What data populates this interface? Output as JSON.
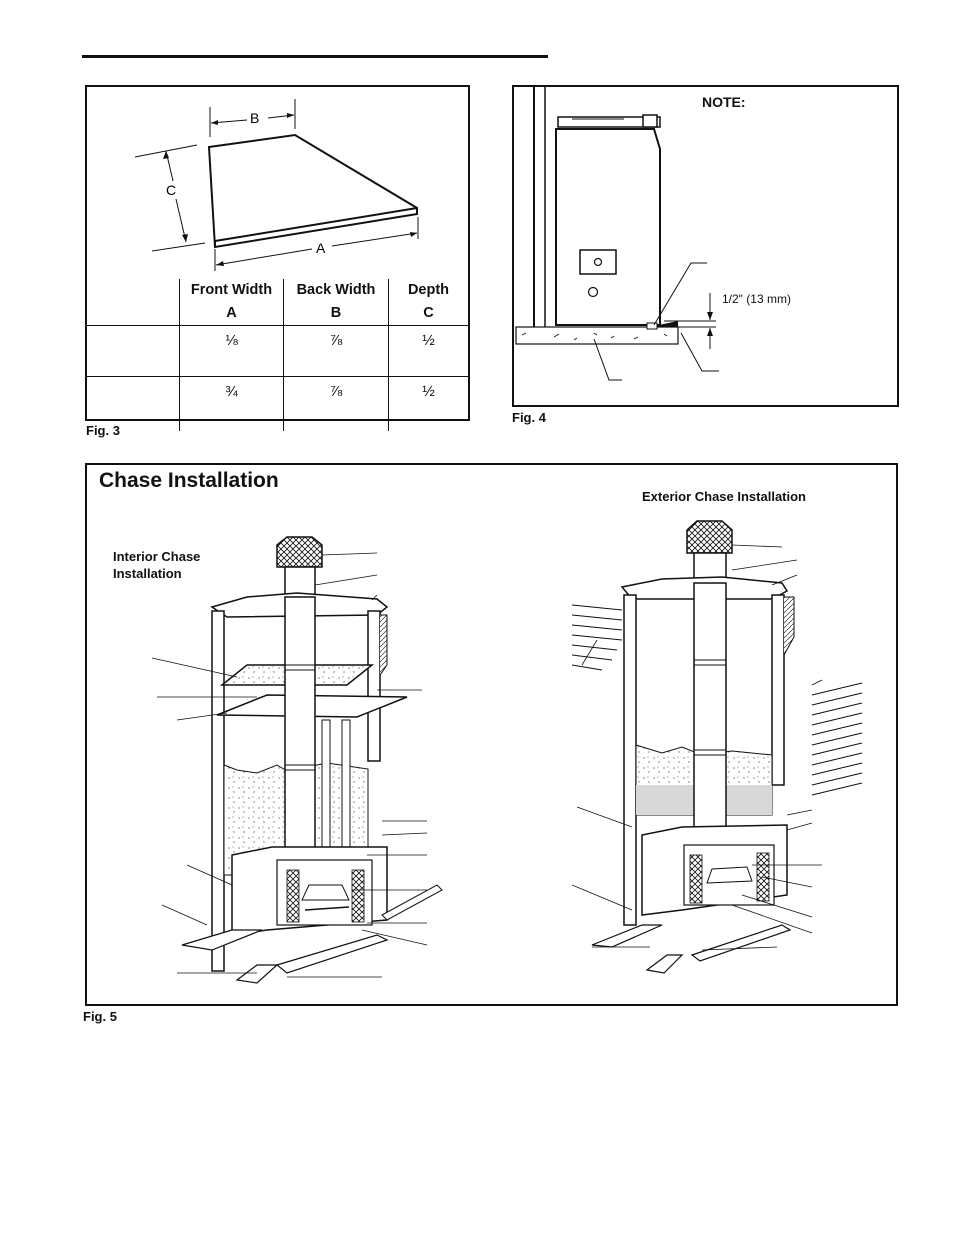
{
  "fig3": {
    "label": "Fig. 3",
    "diagram": {
      "dim_a": "A",
      "dim_b": "B",
      "dim_c": "C"
    },
    "table": {
      "headers": [
        {
          "line1": "Front Width",
          "line2": "A"
        },
        {
          "line1": "Back Width",
          "line2": "B"
        },
        {
          "line1": "Depth",
          "line2": "C"
        }
      ],
      "rows": [
        {
          "label": "",
          "a": "⅛",
          "b": "⅞",
          "c": "½"
        },
        {
          "label": "",
          "a": "¾",
          "b": "⅞",
          "c": "½"
        }
      ]
    }
  },
  "fig4": {
    "label": "Fig. 4",
    "note": "NOTE:",
    "dimension": "1/2\" (13 mm)"
  },
  "fig5": {
    "label": "Fig. 5",
    "title": "Chase Installation",
    "exterior_label": "Exterior Chase Installation",
    "interior_label_line1": "Interior Chase",
    "interior_label_line2": "Installation"
  }
}
